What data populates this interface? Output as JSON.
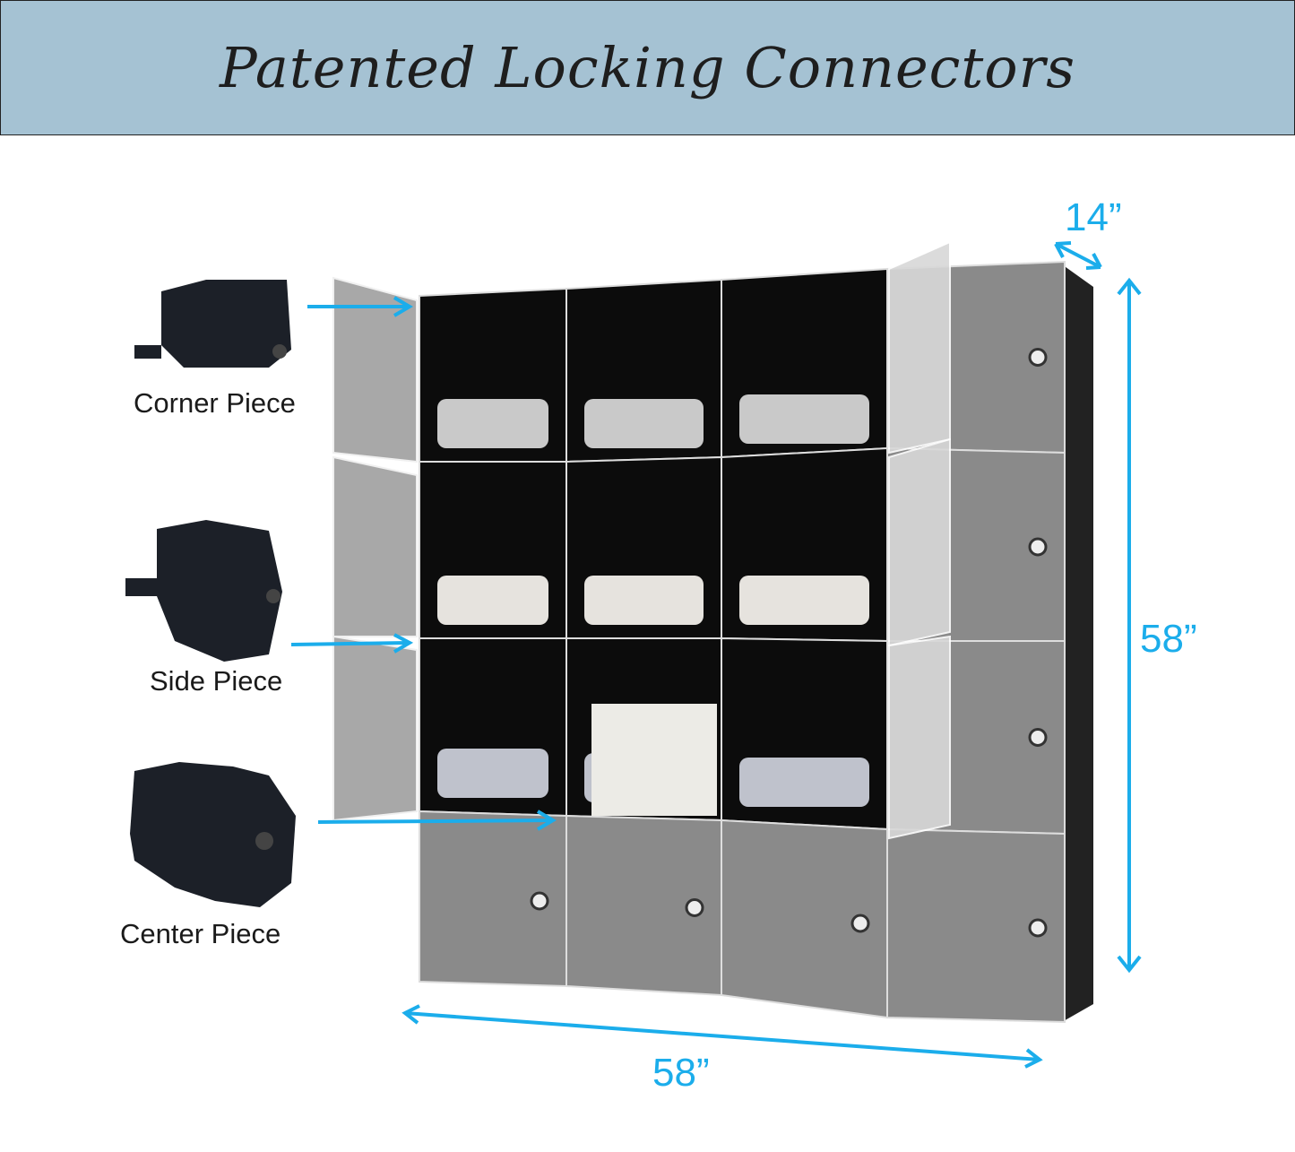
{
  "title": "Patented Locking Connectors",
  "connectors": [
    {
      "label": "Corner Piece"
    },
    {
      "label": "Side Piece"
    },
    {
      "label": "Center Piece"
    }
  ],
  "dimensions": {
    "depth": "14”",
    "height": "58”",
    "width": "58”"
  },
  "colors": {
    "banner": "#a5c2d3",
    "dimension": "#1badeb",
    "cabinet": "#111111"
  }
}
